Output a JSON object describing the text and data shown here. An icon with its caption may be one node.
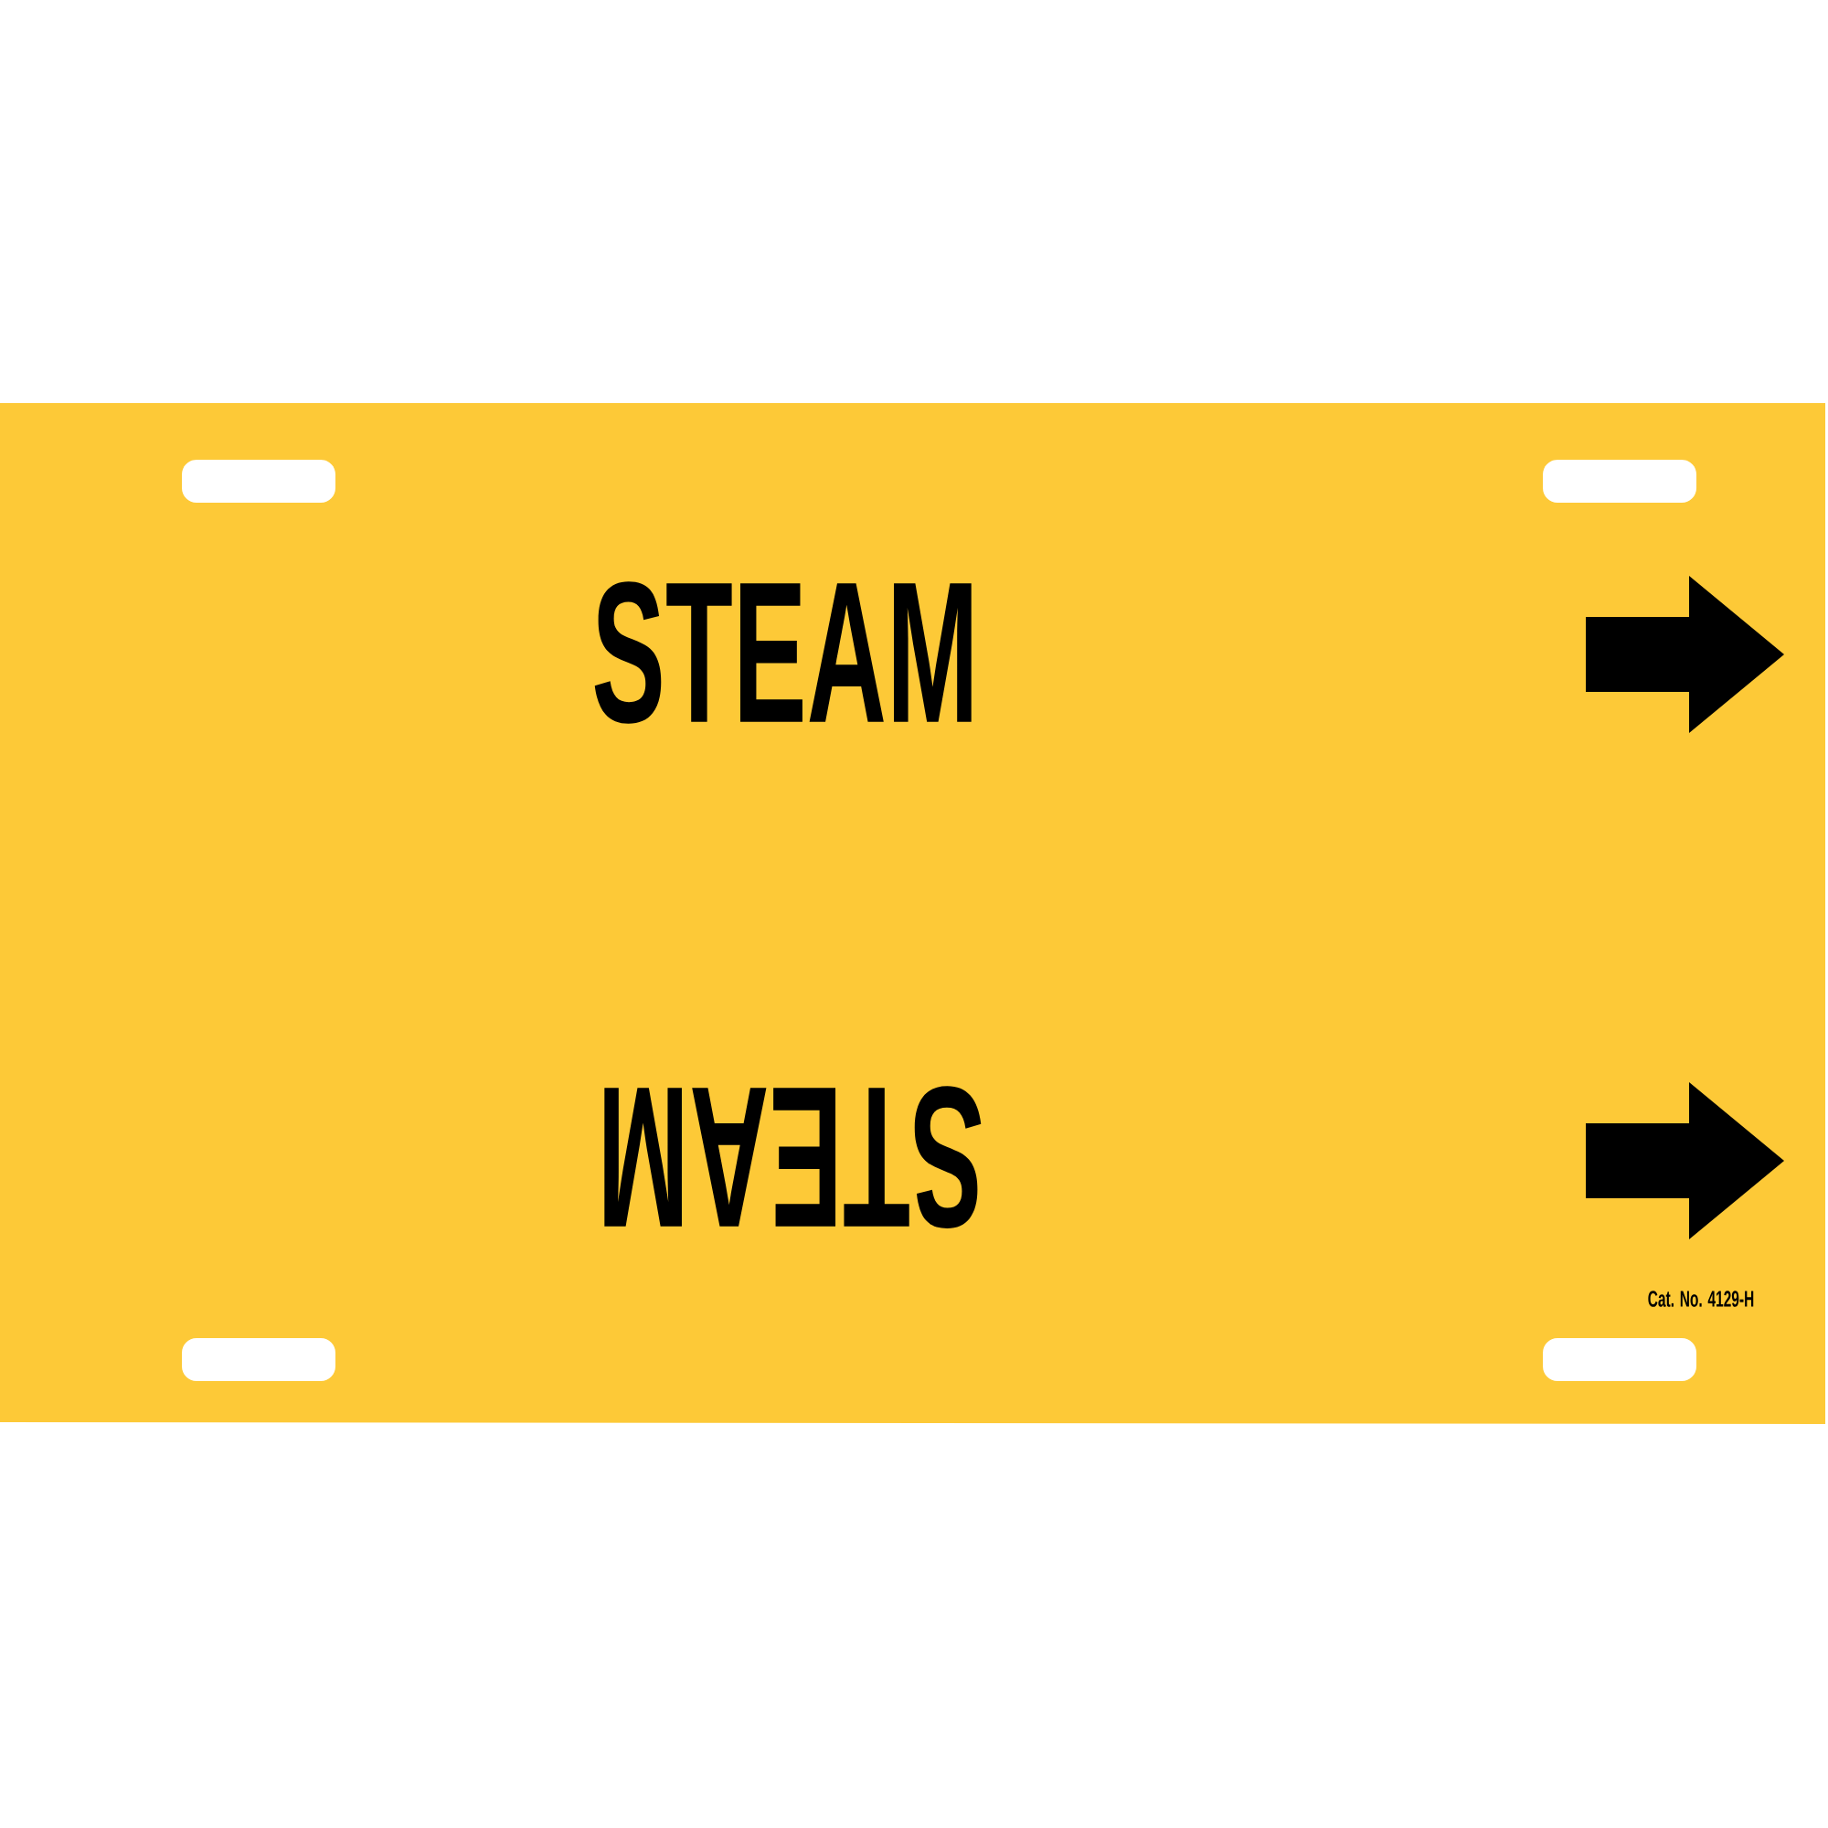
{
  "diagram": {
    "labels": [
      "STEAM",
      "STEAM",
      "Cat. No. 4129-H"
    ]
  }
}
